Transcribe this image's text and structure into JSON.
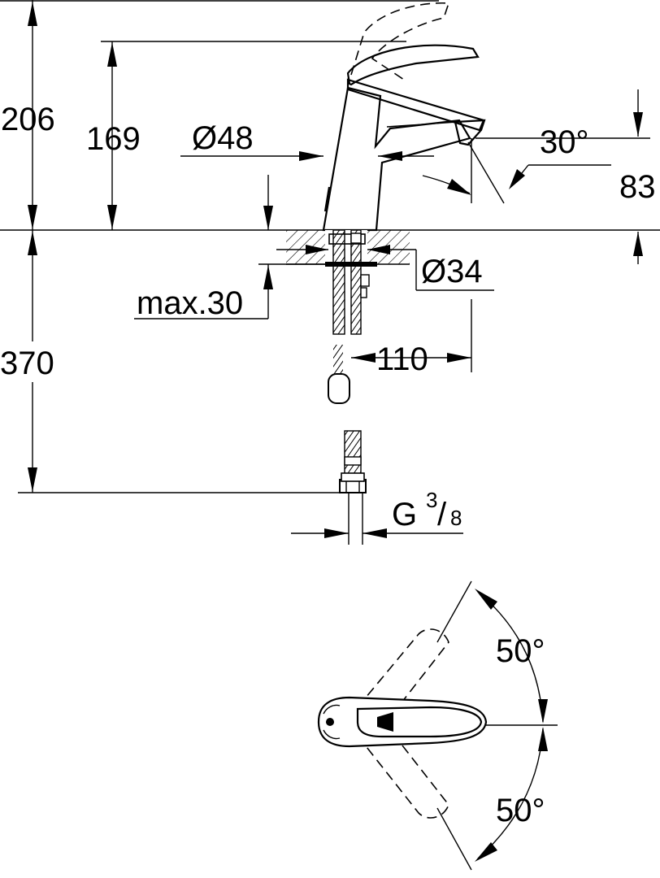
{
  "side_view": {
    "height_total": "206",
    "height_spout": "169",
    "body_diameter": "Ø48",
    "spout_angle": "30°",
    "spout_to_deck": "83",
    "hole_diameter": "Ø34",
    "deck_thickness": "max.30",
    "hose_length": "370",
    "projection": "110",
    "connection_thread": "G",
    "thread_numerator": "3",
    "thread_denominator": "8"
  },
  "top_view": {
    "rotation_up": "50°",
    "rotation_down": "50°"
  },
  "colors": {
    "line": "#000000",
    "background": "#ffffff"
  }
}
